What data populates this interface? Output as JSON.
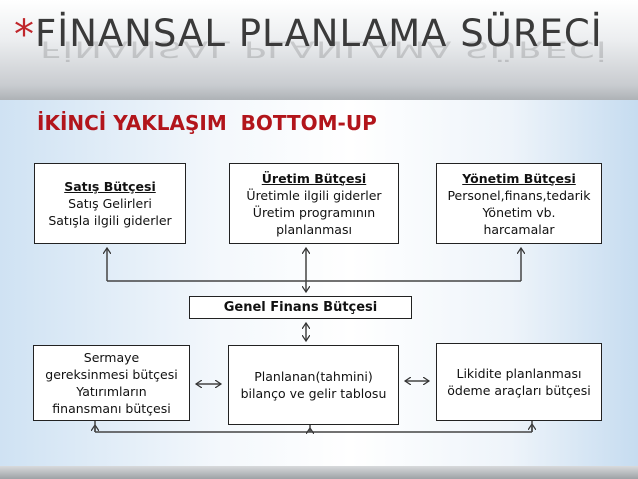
{
  "title": {
    "star": "*",
    "text": "FİNANSAL PLANLAMA SÜRECİ"
  },
  "subtitle": "İKİNCİ YAKLAŞIM  BOTTOM-UP",
  "top_boxes": [
    {
      "heading": "Satış Bütçesi",
      "lines": [
        "Satış Gelirleri",
        "Satışla ilgili giderler"
      ]
    },
    {
      "heading": "Üretim Bütçesi",
      "lines": [
        "Üretimle ilgili giderler",
        "Üretim programının",
        "planlanması"
      ]
    },
    {
      "heading": "Yönetim Bütçesi",
      "lines": [
        "Personel,finans,tedarik",
        "Yönetim vb.",
        "harcamalar"
      ]
    }
  ],
  "center_box": "Genel Finans Bütçesi",
  "bottom_boxes": [
    {
      "lines": [
        "Sermaye",
        "gereksinmesi bütçesi",
        "Yatırımların",
        "finansmanı bütçesi"
      ]
    },
    {
      "lines": [
        "Planlanan(tahmini)",
        "bilanço ve gelir tablosu"
      ]
    },
    {
      "lines": [
        "Likidite planlanması",
        "ödeme araçları bütçesi"
      ]
    }
  ],
  "colors": {
    "accent": "#b2151b",
    "title": "#3a3a3a"
  }
}
